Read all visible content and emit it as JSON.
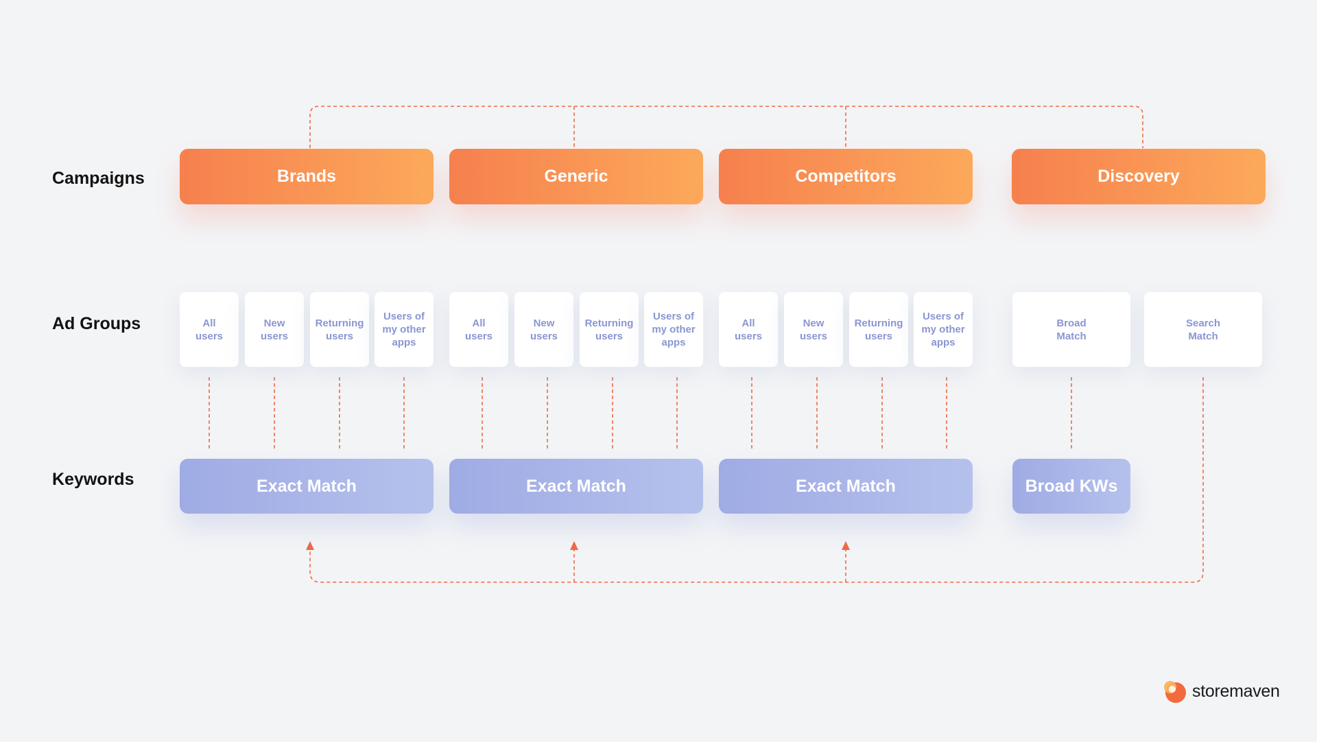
{
  "row_labels": {
    "campaigns": "Campaigns",
    "ad_groups": "Ad Groups",
    "keywords": "Keywords"
  },
  "campaigns": [
    "Brands",
    "Generic",
    "Competitors",
    "Discovery"
  ],
  "ad_groups": [
    [
      "All\nusers",
      "New\nusers",
      "Returning\nusers",
      "Users of\nmy other\napps"
    ],
    [
      "All\nusers",
      "New\nusers",
      "Returning\nusers",
      "Users of\nmy other\napps"
    ],
    [
      "All\nusers",
      "New\nusers",
      "Returning\nusers",
      "Users of\nmy other\napps"
    ],
    [
      "Broad\nMatch",
      "Search\nMatch"
    ]
  ],
  "keywords": [
    "Exact Match",
    "Exact Match",
    "Exact Match",
    "Broad KWs"
  ],
  "brand": {
    "name": "storemaven",
    "icon": "storemaven-logo-icon"
  },
  "colors": {
    "campaign_gradient": [
      "#f6804e",
      "#fca95b"
    ],
    "keyword_gradient": [
      "#9fabe4",
      "#b5c1ec"
    ],
    "connector": "#ee6a45",
    "adgroup_text": "#8a96d2"
  }
}
